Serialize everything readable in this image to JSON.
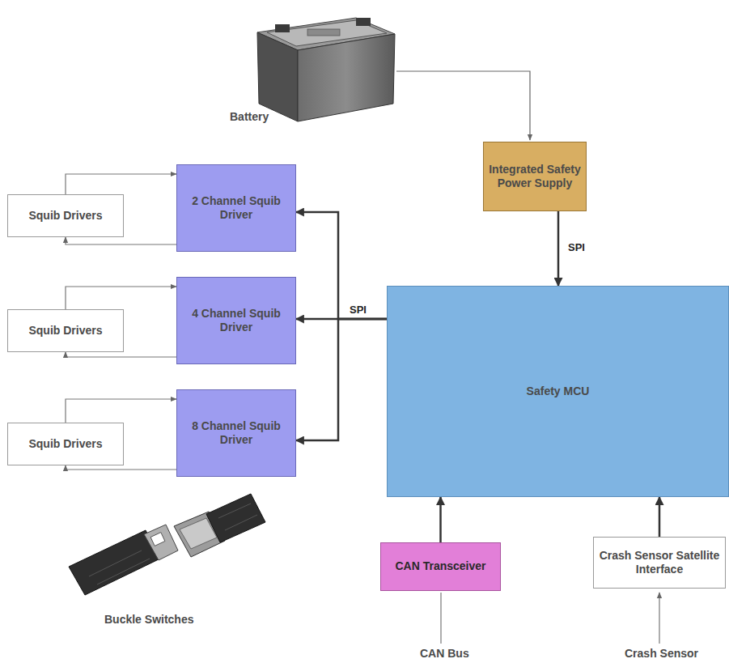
{
  "diagram": {
    "nodes": [
      {
        "text": [
          "Integrated Safety Power Supply"
        ]
      },
      {
        "text": [
          "Squib Drivers"
        ]
      },
      {
        "text": [
          "2 Channel Squib Driver"
        ]
      },
      {
        "text": [
          "Squib Drivers"
        ]
      },
      {
        "text": [
          "4 Channel Squib Driver"
        ]
      },
      {
        "text": [
          "Squib Drivers"
        ]
      },
      {
        "text": [
          "8 Channel Squib Driver"
        ]
      },
      {
        "text": [
          "Safety MCU"
        ]
      },
      {
        "text": [
          "CAN Transceiver"
        ]
      },
      {
        "text": [
          "Crash Sensor Satellite Interface"
        ]
      }
    ],
    "edges": [
      {
        "from": 0,
        "to": 7,
        "label": "SPI",
        "arrow": "to"
      },
      {
        "from": 7,
        "to": 2,
        "arrow": "to"
      },
      {
        "from": 7,
        "to": 4,
        "label": "SPI",
        "arrow": "to"
      },
      {
        "from": 7,
        "to": 6,
        "arrow": "to"
      },
      {
        "from": 1,
        "to": 2,
        "arrow": "to"
      },
      {
        "from": 2,
        "to": 1,
        "arrow": "to"
      },
      {
        "from": 3,
        "to": 4,
        "arrow": "to"
      },
      {
        "from": 4,
        "to": 3,
        "arrow": "to"
      },
      {
        "from": 5,
        "to": 6,
        "arrow": "to"
      },
      {
        "from": 6,
        "to": 5,
        "arrow": "to"
      },
      {
        "from": 8,
        "to": 7,
        "arrow": "to"
      },
      {
        "from": 9,
        "to": 7,
        "arrow": "to"
      }
    ],
    "labels": [
      "Battery",
      "Buckle Switches",
      "CAN Bus",
      "Crash Sensor"
    ]
  }
}
